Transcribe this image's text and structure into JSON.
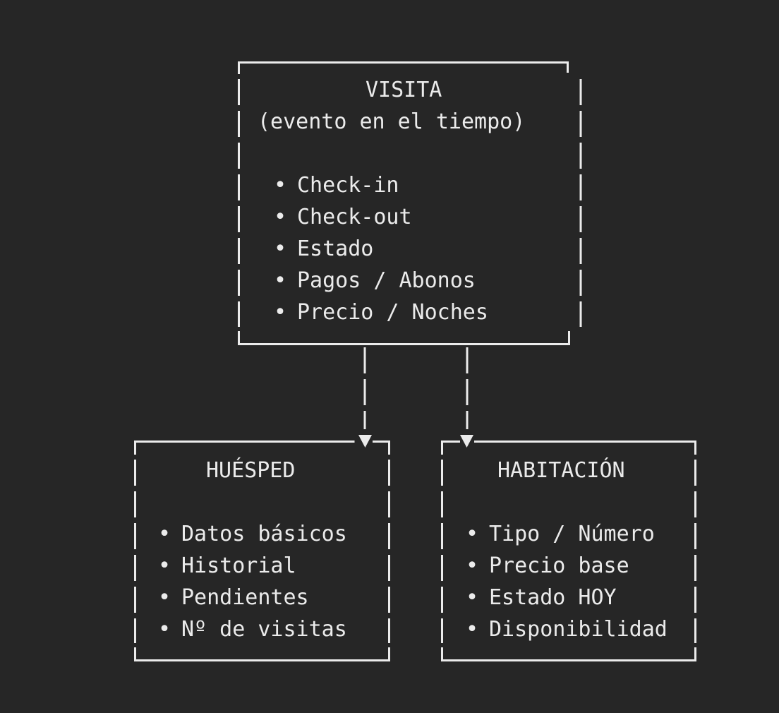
{
  "colors": {
    "background": "#262626",
    "ink": "#ebebeb"
  },
  "glyphs": {
    "bullet": "•",
    "arrow_down": "▼"
  },
  "visita_box": {
    "title": "VISITA",
    "subtitle": "(evento en el tiempo)",
    "items": [
      "Check-in",
      "Check-out",
      "Estado",
      "Pagos / Abonos",
      "Precio / Noches"
    ]
  },
  "huesped_box": {
    "title": "HUÉSPED",
    "items": [
      "Datos básicos",
      "Historial",
      "Pendientes",
      "Nº de visitas"
    ]
  },
  "habitacion_box": {
    "title": "HABITACIÓN",
    "items": [
      "Tipo / Número",
      "Precio base",
      "Estado HOY",
      "Disponibilidad"
    ]
  }
}
